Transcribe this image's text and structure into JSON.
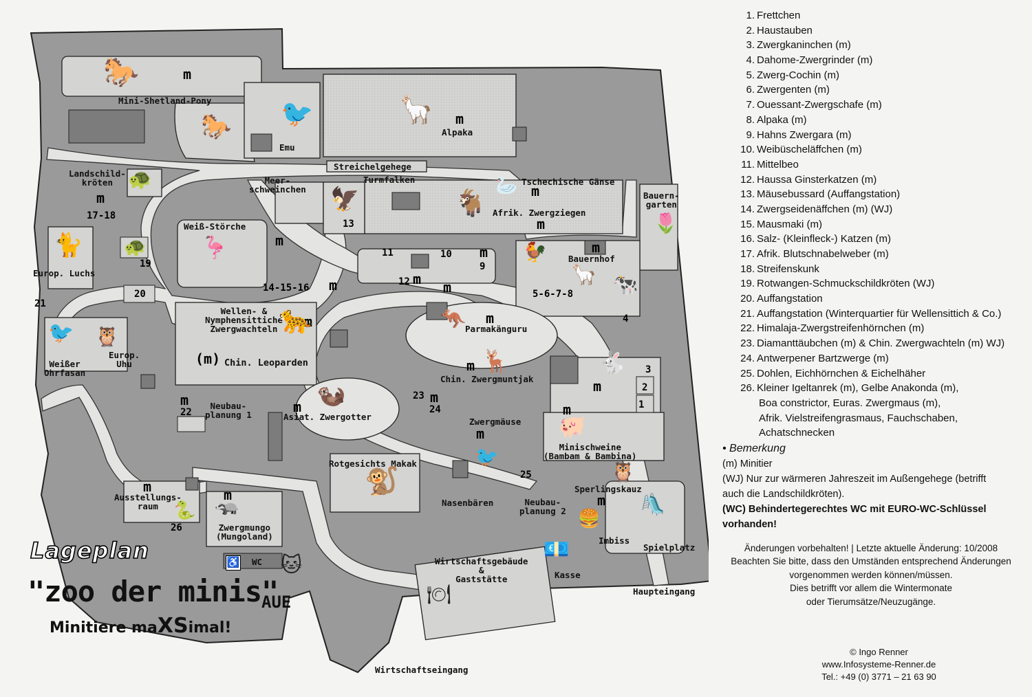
{
  "map": {
    "animal_labels": {
      "mini_shetland_pony": "Mini-Shetland-Pony",
      "emu": "Emu",
      "alpaka": "Alpaka",
      "streichelgehege": "Streichelgehege",
      "turmfalken": "Turmfalken",
      "tschechische_gaense": "Tschechische Gänse",
      "bauerngarten": "Bauern-\ngarten",
      "landschildkroeten": "Landschild-\nkröten",
      "meerschweinchen": "Meer-\nschweinchen",
      "afrik_zwergziegen": "Afrik. Zwergziegen",
      "weiss_stoerche": "Weiß-Störche",
      "europ_luchs": "Europ. Luchs",
      "bauernhof": "Bauernhof",
      "wellen_nymphensittiche": "Wellen- &\nNymphensittiche\nZwergwachteln",
      "parmakaenguru": "Parmakänguru",
      "weisser_ohrfasan": "Weißer\nOhrfasan",
      "europ_uhu": "Europ.\nUhu",
      "chin_leoparden": "Chin. Leoparden",
      "chin_zwergmuntjak": "Chin. Zwergmuntjak",
      "neubauplanung_1": "Neubau-\nplanung 1",
      "asiat_zwergotter": "Asiat. Zwergotter",
      "zwergmaeuse": "Zwergmäuse",
      "minischweine": "Minischweine\n(Bambam & Bambina)",
      "rotgesichts_makak": "Rotgesichts Makak",
      "ausstellungsraum": "Ausstellungs-\nraum",
      "zwergmungo": "Zwergmungo\n(Mungoland)",
      "sperlingskauz": "Sperlingskauz",
      "nasenbaeren": "Nasenbären",
      "neubauplanung_2": "Neubau-\nplanung 2",
      "wc": "WC",
      "imbiss": "Imbiss",
      "spielplatz": "Spielplatz",
      "wirtschaftsgebaeude": "Wirtschaftsgebäude\n&\nGaststätte",
      "kasse": "Kasse",
      "haupteingang": "Haupteingang",
      "wirtschaftseingang": "Wirtschaftseingang"
    },
    "minitier_mark": "m",
    "minitier_mark_paren": "(m)",
    "numbers": {
      "n13": "13",
      "n17_18": "17-18",
      "n19": "19",
      "n20": "20",
      "n21": "21",
      "n11": "11",
      "n10": "10",
      "n9": "9",
      "n12": "12",
      "n14_15_16": "14-15-16",
      "n5_8": "5-6-7-8",
      "n4": "4",
      "n3": "3",
      "n2": "2",
      "n1": "1",
      "n22": "22",
      "n23": "23",
      "n24": "24",
      "n25": "25",
      "n26": "26"
    },
    "title_lageplan": "Lageplan",
    "title_zoo": "\"zoo der minis\"",
    "title_aue": "AUE",
    "slogan_pre": "Minitiere ma",
    "slogan_xs": "XS",
    "slogan_post": "imal!"
  },
  "legend": {
    "items": [
      {
        "num": "1.",
        "text": "Frettchen"
      },
      {
        "num": "2.",
        "text": "Haustauben"
      },
      {
        "num": "3.",
        "text": "Zwergkaninchen (m)"
      },
      {
        "num": "4.",
        "text": "Dahome-Zwergrinder (m)"
      },
      {
        "num": "5.",
        "text": "Zwerg-Cochin (m)"
      },
      {
        "num": "6.",
        "text": "Zwergenten (m)"
      },
      {
        "num": "7.",
        "text": "Ouessant-Zwergschafe (m)"
      },
      {
        "num": "8.",
        "text": "Alpaka (m)"
      },
      {
        "num": "9.",
        "text": "Hahns Zwergara (m)"
      },
      {
        "num": "10.",
        "text": "Weibüscheläffchen (m)"
      },
      {
        "num": "11.",
        "text": "Mittelbeo"
      },
      {
        "num": "12.",
        "text": "Haussa Ginsterkatzen (m)"
      },
      {
        "num": "13.",
        "text": "Mäusebussard (Auffangstation)"
      },
      {
        "num": "14.",
        "text": "Zwergseidenäffchen (m) (WJ)"
      },
      {
        "num": "15.",
        "text": "Mausmaki (m)"
      },
      {
        "num": "16.",
        "text": "Salz- (Kleinfleck-) Katzen (m)"
      },
      {
        "num": "17.",
        "text": "Afrik. Blutschnabelweber (m)"
      },
      {
        "num": "18.",
        "text": "Streifenskunk"
      },
      {
        "num": "19.",
        "text": "Rotwangen-Schmuckschildkröten (WJ)"
      },
      {
        "num": "20.",
        "text": "Auffangstation"
      },
      {
        "num": "21.",
        "text": "Auffangstation (Winterquartier für Wellensittich & Co.)"
      },
      {
        "num": "22.",
        "text": "Himalaja-Zwergstreifenhörnchen (m)"
      },
      {
        "num": "23.",
        "text": "Diamanttäubchen (m) & Chin. Zwergwachteln (m) WJ)"
      },
      {
        "num": "24.",
        "text": "Antwerpener Bartzwerge (m)"
      },
      {
        "num": "25.",
        "text": "Dohlen, Eichhörnchen & Eichelhäher"
      },
      {
        "num": "26.",
        "text": "Kleiner Igeltanrek (m), Gelbe Anakonda (m),"
      }
    ],
    "item26_cont": [
      "Boa constrictor, Euras. Zwergmaus (m),",
      "Afrik. Vielstreifengrasmaus, Fauchschaben,",
      "Achatschnecken"
    ],
    "remark_heading": "• Bemerkung",
    "remark_m": "(m) Minitier",
    "remark_wj_1": "(WJ) Nur zur wärmeren Jahreszeit im Außengehege (betrifft",
    "remark_wj_2": "auch die Landschildkröten).",
    "remark_wc_1": "(WC) Behindertegerechtes WC mit EURO-WC-Schlüssel",
    "remark_wc_2": "vorhanden!",
    "changes": [
      "Änderungen vorbehalten! | Letzte aktuelle Änderung: 10/2008",
      "Beachten Sie bitte, dass den Umständen entsprechend Änderungen",
      "vorgenommen werden können/müssen.",
      "Dies betrifft vor allem die Wintermonate",
      "oder Tierumsätze/Neuzugänge."
    ]
  },
  "credit": {
    "copyright": "© Ingo Renner",
    "url": "www.Infosysteme-Renner.de",
    "tel": "Tel.: +49 (0) 3771 – 21 63 90"
  },
  "colors": {
    "ground": "#9a9a9a",
    "path": "#e3e3e1",
    "enclosure": "#d0d0cf",
    "building": "#7c7c7c"
  }
}
